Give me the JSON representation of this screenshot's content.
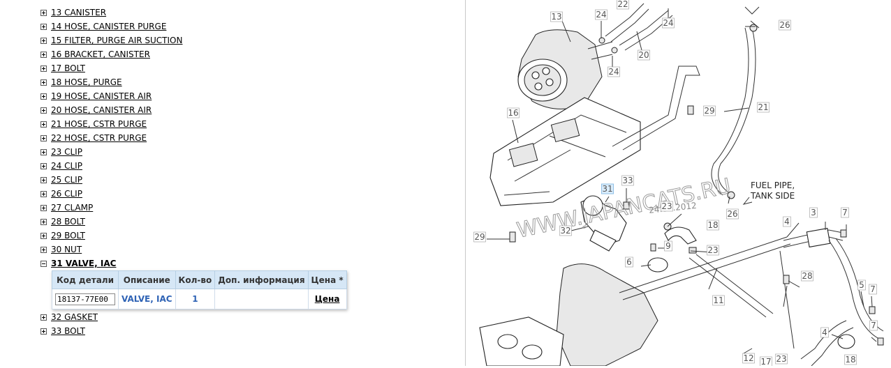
{
  "parts_list": [
    {
      "label": "13 CANISTER",
      "expanded": false
    },
    {
      "label": "14 HOSE, CANISTER PURGE",
      "expanded": false
    },
    {
      "label": "15 FILTER, PURGE AIR SUCTION",
      "expanded": false
    },
    {
      "label": "16 BRACKET, CANISTER",
      "expanded": false
    },
    {
      "label": "17 BOLT",
      "expanded": false
    },
    {
      "label": "18 HOSE, PURGE",
      "expanded": false
    },
    {
      "label": "19 HOSE, CANISTER AIR",
      "expanded": false
    },
    {
      "label": "20 HOSE, CANISTER AIR",
      "expanded": false
    },
    {
      "label": "21 HOSE, CSTR PURGE",
      "expanded": false
    },
    {
      "label": "22 HOSE, CSTR PURGE",
      "expanded": false
    },
    {
      "label": "23 CLIP",
      "expanded": false
    },
    {
      "label": "24 CLIP",
      "expanded": false
    },
    {
      "label": "25 CLIP",
      "expanded": false
    },
    {
      "label": "26 CLIP",
      "expanded": false
    },
    {
      "label": "27 CLAMP",
      "expanded": false
    },
    {
      "label": "28 BOLT",
      "expanded": false
    },
    {
      "label": "29 BOLT",
      "expanded": false
    },
    {
      "label": "30 NUT",
      "expanded": false
    },
    {
      "label": "31 VALVE, IAC",
      "expanded": true
    },
    {
      "label": "32 GASKET",
      "expanded": false
    },
    {
      "label": "33 BOLT",
      "expanded": false
    }
  ],
  "detail_table": {
    "headers": {
      "code": "Код детали",
      "description": "Описание",
      "qty": "Кол-во",
      "extra": "Доп. информация",
      "price": "Цена *"
    },
    "row": {
      "code": "18137-77E00",
      "description": "VALVE, IAC",
      "qty": "1",
      "extra": "",
      "price": "Цена"
    }
  },
  "diagram": {
    "watermark": "WWW.JAPANCATS.RU",
    "date_stamp": "24.04.2012",
    "note_line1": "FUEL PIPE,",
    "note_line2": "TANK SIDE",
    "highlighted_callout": "31",
    "callouts": [
      "13",
      "24",
      "22",
      "24",
      "24",
      "20",
      "26",
      "16",
      "29",
      "21",
      "31",
      "33",
      "23",
      "18",
      "32",
      "29",
      "9",
      "23",
      "6",
      "26",
      "3",
      "7",
      "4",
      "28",
      "11",
      "5",
      "7",
      "4",
      "7",
      "12",
      "23",
      "18",
      "17"
    ]
  }
}
